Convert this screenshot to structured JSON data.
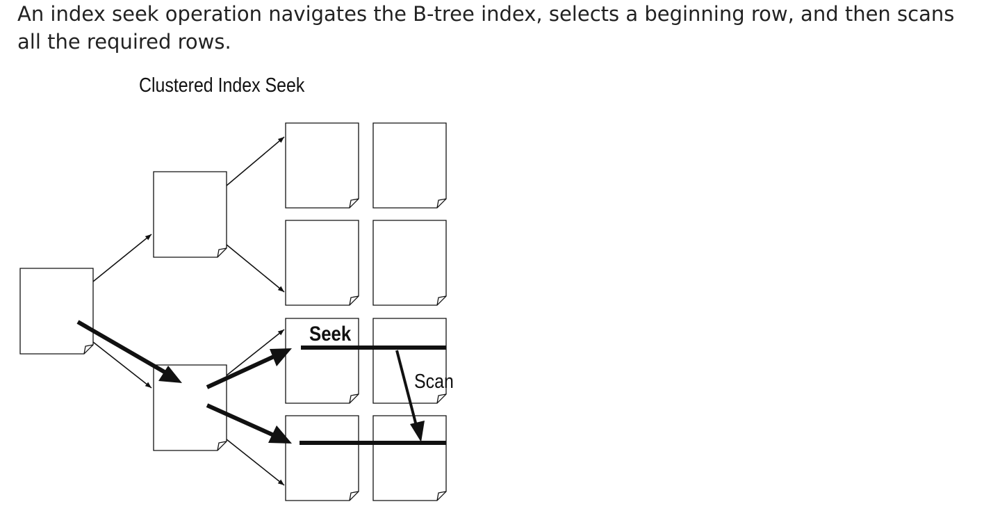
{
  "paragraph": {
    "line1": "An index seek operation navigates the B-tree index, selects a beginning row, and then scans",
    "line2": "all the required rows."
  },
  "diagram": {
    "title": "Clustered Index Seek",
    "seek_label": "Seek",
    "scan_label": "Scan"
  }
}
